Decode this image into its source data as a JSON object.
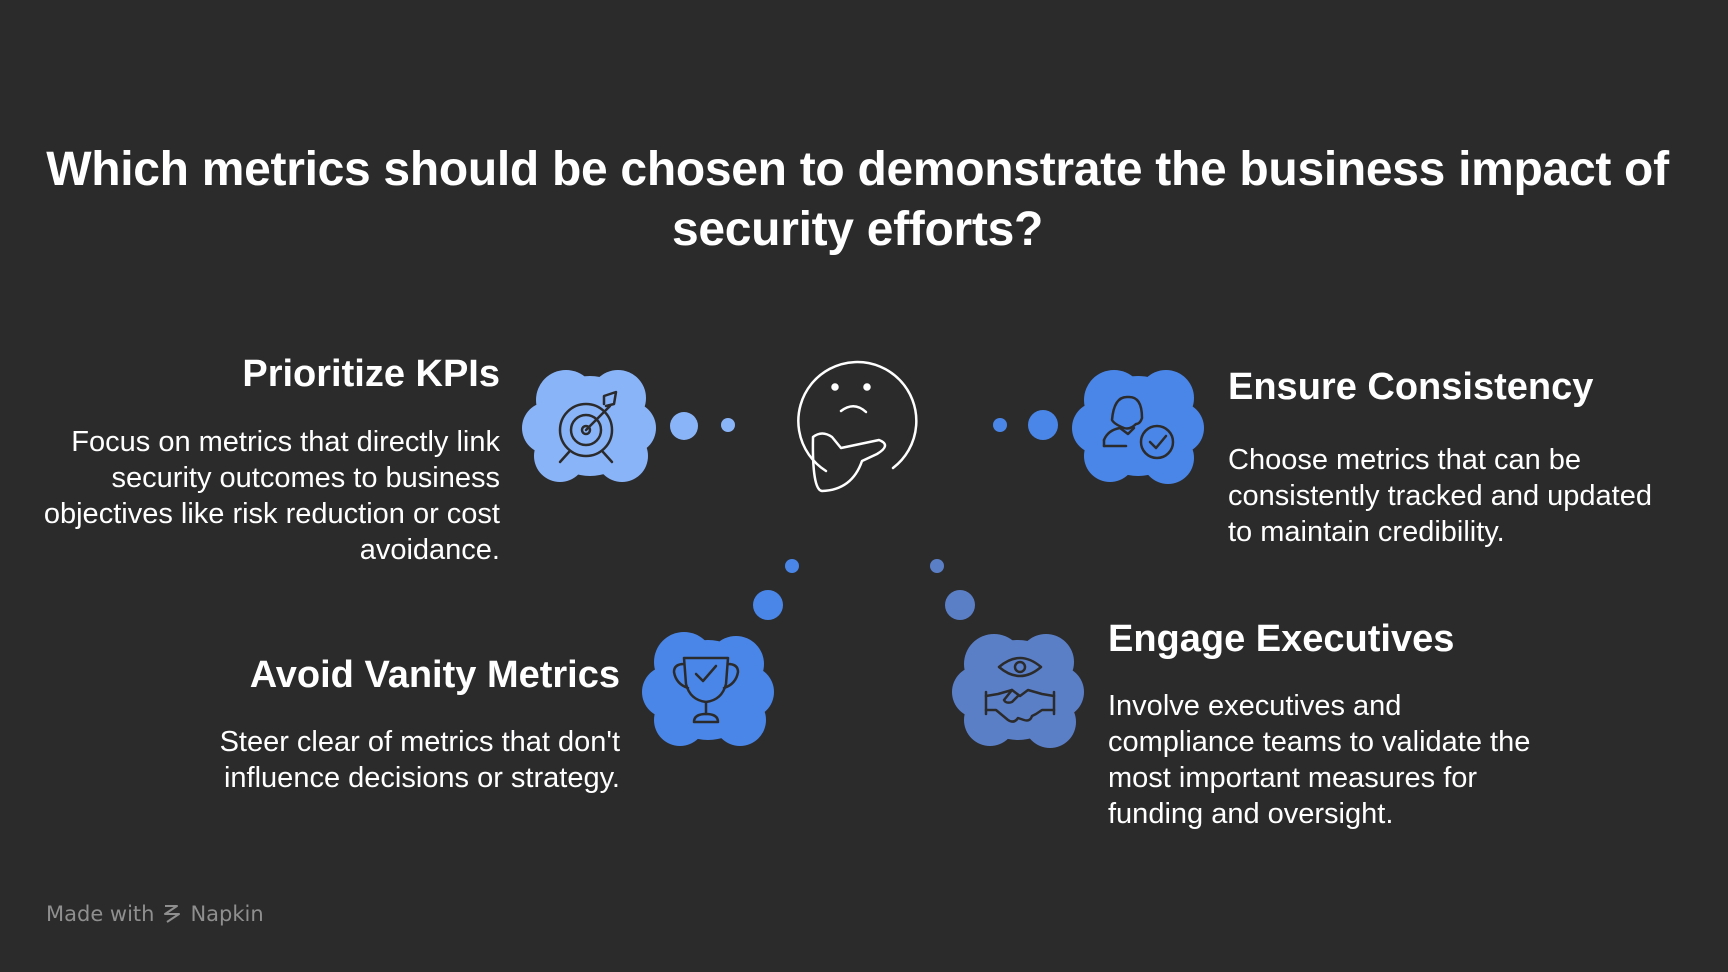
{
  "title": "Which metrics should be chosen to demonstrate the business impact of security efforts?",
  "center_icon": "thinking-face-icon",
  "items": [
    {
      "heading": "Prioritize KPIs",
      "description": "Focus on metrics that directly link security outcomes to business objectives like risk reduction or cost avoidance.",
      "icon": "target-arrow-icon",
      "color": "#8ab4f8"
    },
    {
      "heading": "Ensure Consistency",
      "description": "Choose metrics that can be consistently tracked and updated to maintain credibility.",
      "icon": "user-check-icon",
      "color": "#4a86e8"
    },
    {
      "heading": "Avoid Vanity Metrics",
      "description": "Steer clear of metrics that don't influence decisions or strategy.",
      "icon": "trophy-check-icon",
      "color": "#4a86e8"
    },
    {
      "heading": "Engage Executives",
      "description": "Involve executives and compliance teams to validate the most important measures for funding and oversight.",
      "icon": "eye-handshake-icon",
      "color": "#5b7fc7"
    }
  ],
  "footer": {
    "made_with": "Made with",
    "brand": "Napkin",
    "icon": "napkin-logo-icon"
  }
}
